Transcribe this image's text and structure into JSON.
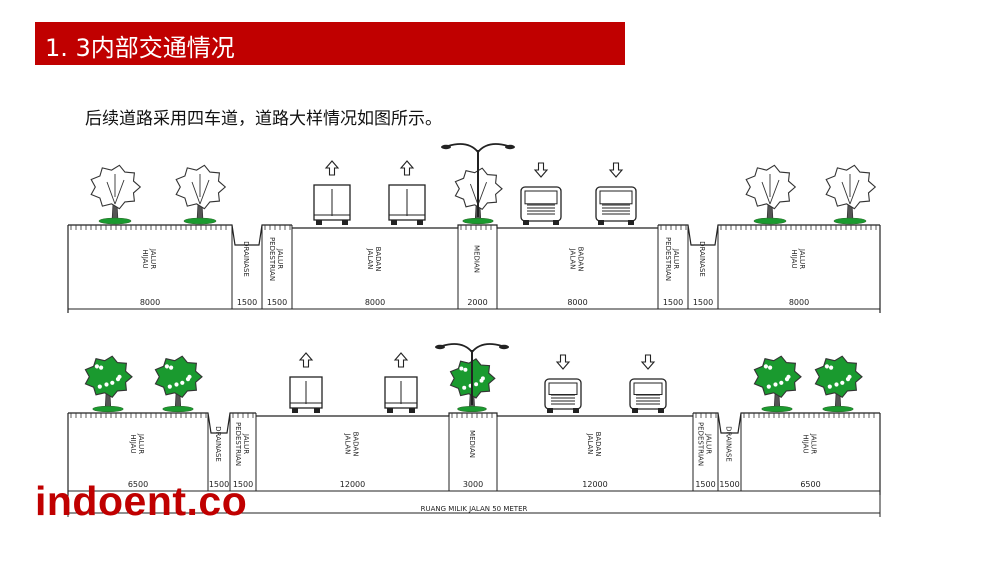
{
  "header": {
    "title": "1. 3内部交通情况"
  },
  "body_text": "后续道路采用四车道，道路大样情况如图所示。",
  "colors": {
    "accent": "#c00000",
    "tree_green": "#1a9a2f"
  },
  "cross_sections": [
    {
      "style": "outline",
      "labels": [
        [
          "JALUR",
          "HIJAU"
        ],
        [
          "DRAINASE"
        ],
        [
          "JALUR",
          "PEDESTRIAN"
        ],
        [
          "BADAN",
          "JALAN"
        ],
        [
          "MEDIAN"
        ],
        [
          "BADAN",
          "JALAN"
        ],
        [
          "JALUR",
          "PEDESTRIAN"
        ],
        [
          "DRAINASE"
        ],
        [
          "JALUR",
          "HIJAU"
        ]
      ],
      "widths": [
        "8000",
        "1500",
        "1500",
        "8000",
        "2000",
        "8000",
        "1500",
        "1500",
        "8000"
      ],
      "total_label": ""
    },
    {
      "style": "green",
      "labels": [
        [
          "JALUR",
          "HIJAU"
        ],
        [
          "DRAINASE"
        ],
        [
          "JALUR",
          "PEDESTRIAN"
        ],
        [
          "BADAN",
          "JALAN"
        ],
        [
          "MEDIAN"
        ],
        [
          "BADAN",
          "JALAN"
        ],
        [
          "JALUR",
          "PEDESTRIAN"
        ],
        [
          "DRAINASE"
        ],
        [
          "JALUR",
          "HIJAU"
        ]
      ],
      "widths": [
        "6500",
        "1500",
        "1500",
        "12000",
        "3000",
        "12000",
        "1500",
        "1500",
        "6500"
      ],
      "total_label": "RUANG MILIK JALAN 50 METER"
    }
  ],
  "watermark": "indoent.co"
}
